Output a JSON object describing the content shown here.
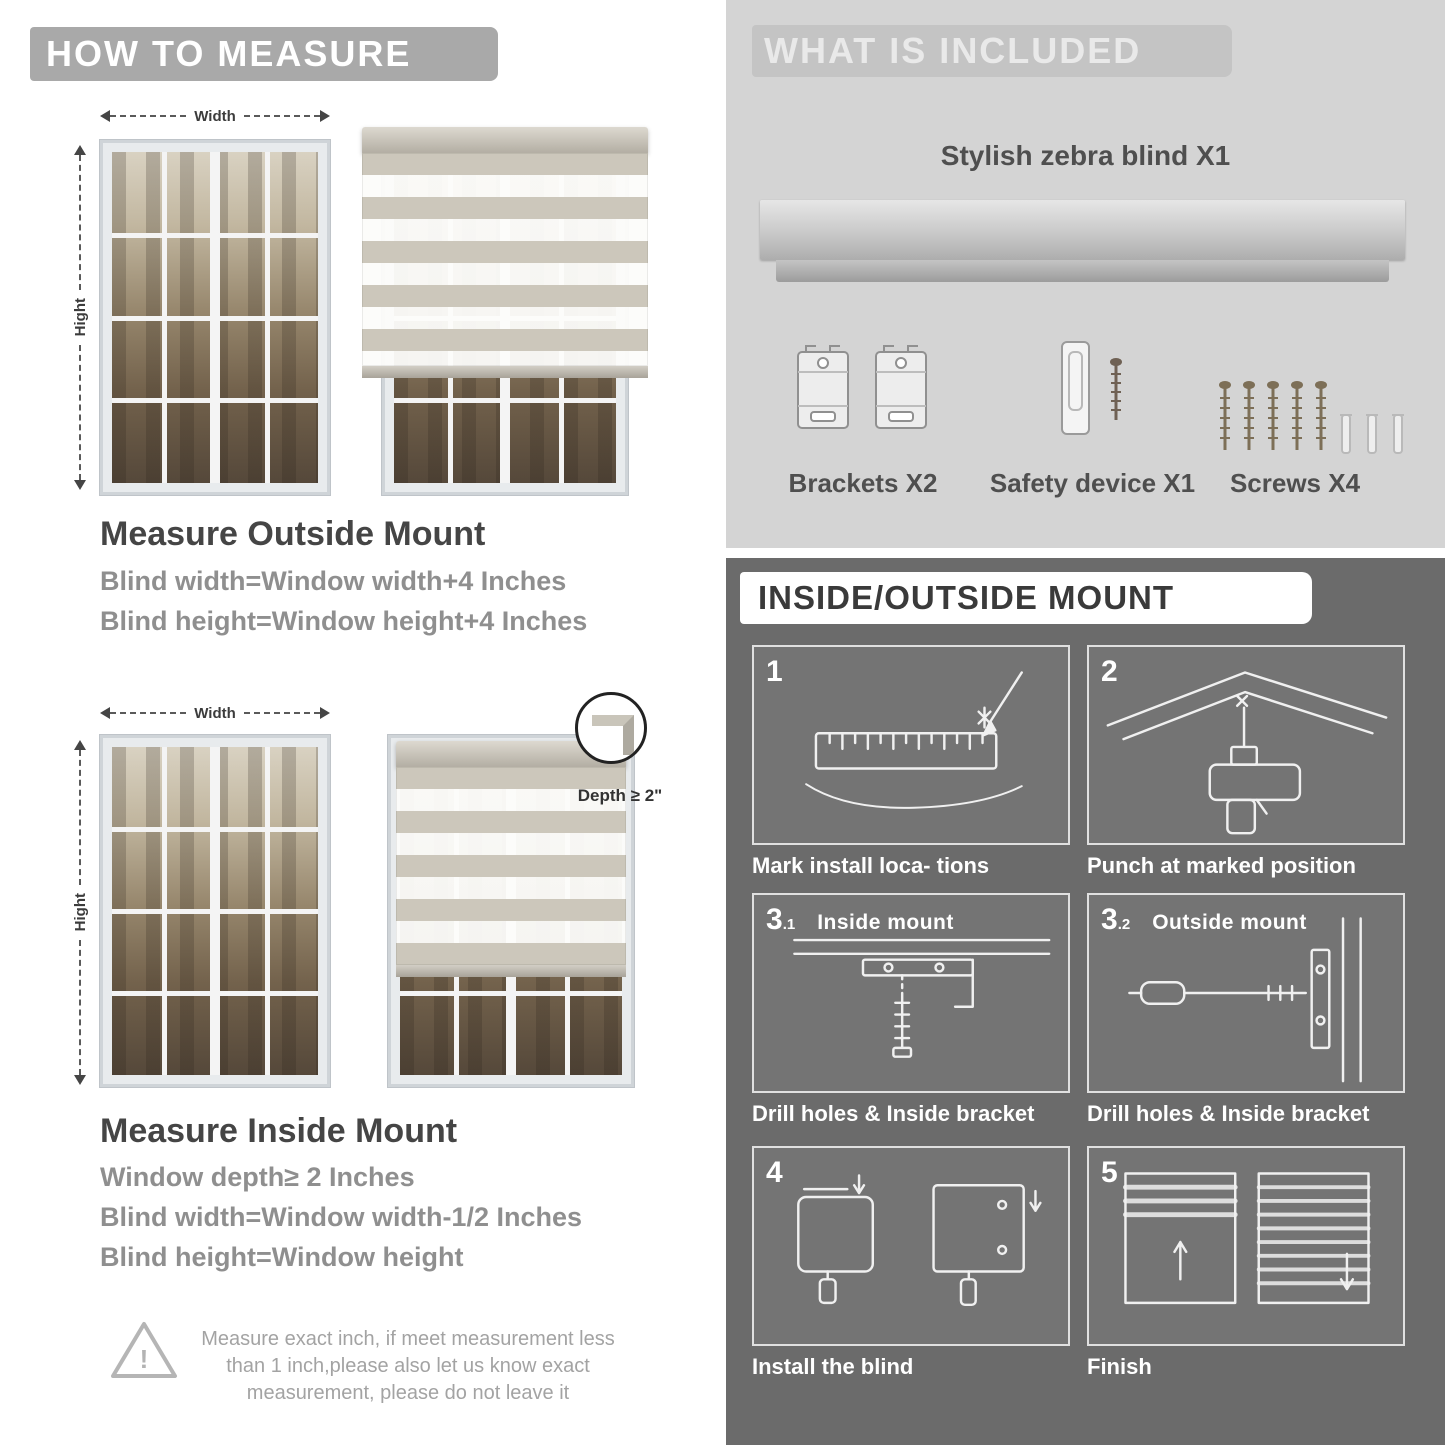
{
  "left": {
    "header": "HOW TO MEASURE",
    "outside": {
      "width_label": "Width",
      "height_label": "Hight",
      "title": "Measure Outside Mount",
      "lines": [
        "Blind width=Window width+4 Inches",
        "Blind height=Window height+4 Inches"
      ]
    },
    "inside": {
      "width_label": "Width",
      "height_label": "Hight",
      "depth_label": "Depth ≥ 2\"",
      "title": "Measure Inside Mount",
      "lines": [
        "Window depth≥ 2 Inches",
        "Blind width=Window width-1/2 Inches",
        "Blind height=Window height"
      ]
    },
    "warning": {
      "mark": "!",
      "text_lines": [
        "Measure exact inch, if meet measurement less",
        "than 1 inch,please also let us know exact",
        "measurement, please do not leave it"
      ]
    }
  },
  "right": {
    "included": {
      "header": "WHAT IS INCLUDED",
      "product_label": "Stylish zebra blind X1",
      "items": [
        {
          "label": "Brackets X2"
        },
        {
          "label": "Safety device X1"
        },
        {
          "label": "Screws X4"
        }
      ]
    },
    "mount": {
      "header": "INSIDE/OUTSIDE MOUNT",
      "steps": [
        {
          "num": "1",
          "sub": "",
          "title": "",
          "caption": "Mark install loca- tions"
        },
        {
          "num": "2",
          "sub": "",
          "title": "",
          "caption": "Punch at  marked position"
        },
        {
          "num": "3",
          "sub": ".1",
          "title": "Inside mount",
          "caption": "Drill holes &  Inside bracket"
        },
        {
          "num": "3",
          "sub": ".2",
          "title": "Outside mount",
          "caption": "Drill holes &  Inside bracket"
        },
        {
          "num": "4",
          "sub": "",
          "title": "",
          "caption": "Install the blind"
        },
        {
          "num": "5",
          "sub": "",
          "title": "",
          "caption": "Finish"
        }
      ]
    }
  }
}
